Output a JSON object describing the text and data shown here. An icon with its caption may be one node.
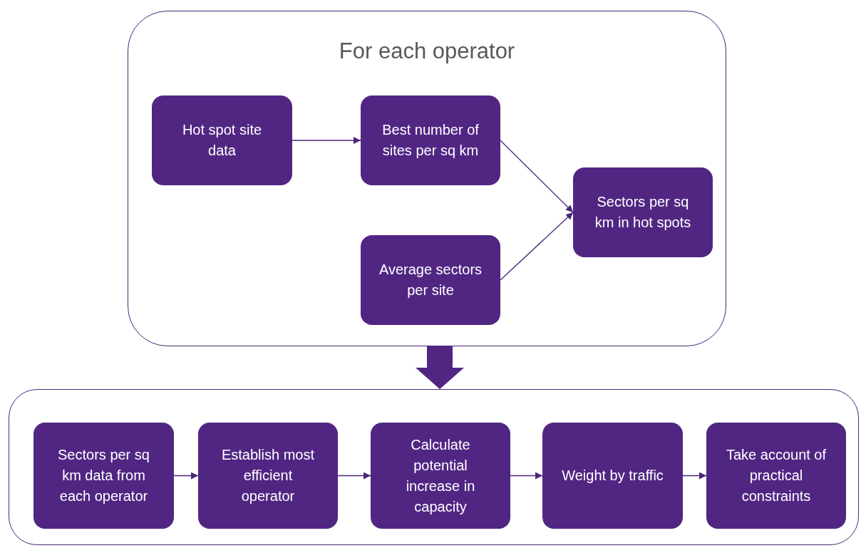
{
  "diagram": {
    "nodes": [
      {
        "text": [
          "For each operator"
        ]
      },
      {
        "text": [
          "Hot spot site data"
        ],
        "in": 0
      },
      {
        "text": [
          "Best number of sites per sq km"
        ],
        "in": 0
      },
      {
        "text": [
          "Average sectors per site"
        ],
        "in": 0
      },
      {
        "text": [
          "Sectors per sq km in hot spots"
        ],
        "in": 0
      },
      {
        "text": [],
        "shape": "box"
      },
      {
        "text": [
          "Sectors per sq km data from each operator"
        ],
        "in": 5
      },
      {
        "text": [
          "Establish most efficient operator"
        ],
        "in": 5
      },
      {
        "text": [
          "Calculate potential increase in capacity"
        ],
        "in": 5
      },
      {
        "text": [
          "Weight by traffic"
        ],
        "in": 5
      },
      {
        "text": [
          "Take account of practical constraints"
        ],
        "in": 5
      }
    ],
    "edges": [
      {
        "from": 1,
        "to": 2,
        "arrow": "to"
      },
      {
        "from": 2,
        "to": 4,
        "arrow": "to"
      },
      {
        "from": 3,
        "to": 4,
        "arrow": "to"
      },
      {
        "from": 0,
        "to": 5,
        "arrow": "to",
        "style": "thick"
      },
      {
        "from": 6,
        "to": 7,
        "arrow": "to"
      },
      {
        "from": 7,
        "to": 8,
        "arrow": "to"
      },
      {
        "from": 8,
        "to": 9,
        "arrow": "to"
      },
      {
        "from": 9,
        "to": 10,
        "arrow": "to"
      }
    ]
  }
}
